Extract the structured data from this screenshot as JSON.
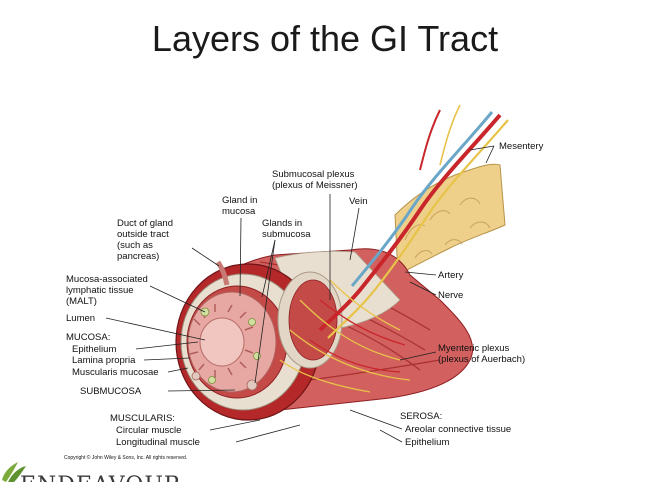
{
  "title": "Layers of the GI Tract",
  "labels": {
    "mesentery": "Mesentery",
    "submucosal_plexus_1": "Submucosal plexus",
    "submucosal_plexus_2": "(plexus of Meissner)",
    "vein": "Vein",
    "gland_mucosa_1": "Gland in",
    "gland_mucosa_2": "mucosa",
    "glands_submucosa_1": "Glands in",
    "glands_submucosa_2": "submucosa",
    "duct_1": "Duct of gland",
    "duct_2": "outside tract",
    "duct_3": "(such as",
    "duct_4": "pancreas)",
    "malt_1": "Mucosa-associated",
    "malt_2": "lymphatic tissue",
    "malt_3": "(MALT)",
    "lumen": "Lumen",
    "mucosa": "MUCOSA:",
    "epithelium": "Epithelium",
    "lamina_propria": "Lamina propria",
    "muscularis_mucosae": "Muscularis mucosae",
    "submucosa": "SUBMUCOSA",
    "muscularis": "MUSCULARIS:",
    "circular_muscle": "Circular muscle",
    "longitudinal_muscle": "Longitudinal muscle",
    "artery": "Artery",
    "nerve": "Nerve",
    "myenteric_1": "Myenteric plexus",
    "myenteric_2": "(plexus of Auerbach)",
    "serosa": "SEROSA:",
    "areolar": "Areolar connective tissue",
    "serosa_epithelium": "Epithelium"
  },
  "copyright": "Copyright © John Wiley & Sons, Inc. All rights reserved.",
  "brand": "ENDEAVOUR",
  "colors": {
    "muscle": "#c23b3b",
    "muscle_dark": "#8e1f22",
    "mucosa_pink": "#e7a7a2",
    "submucosa": "#e9dfd0",
    "fat": "#eed08a",
    "nerve": "#e8c34a",
    "vein": "#6aa6c8",
    "artery": "#c8262a"
  }
}
